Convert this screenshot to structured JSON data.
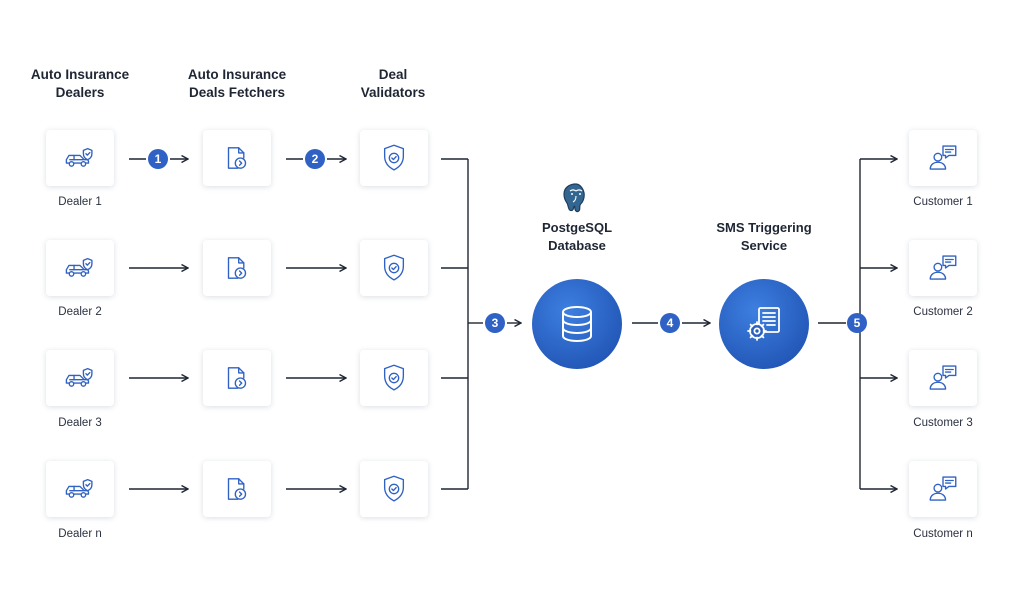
{
  "columns": {
    "dealers": "Auto Insurance\nDealers",
    "fetchers": "Auto Insurance\nDeals Fetchers",
    "validators": "Deal\nValidators"
  },
  "dealers": [
    "Dealer 1",
    "Dealer 2",
    "Dealer 3",
    "Dealer n"
  ],
  "customers": [
    "Customer 1",
    "Customer 2",
    "Customer 3",
    "Customer n"
  ],
  "database": {
    "title": "PostgeSQL\nDatabase"
  },
  "sms_service": {
    "title": "SMS Triggering\nService"
  },
  "steps": [
    "1",
    "2",
    "3",
    "4",
    "5"
  ],
  "icons": {
    "dealer": "car-shield-icon",
    "fetcher": "document-arrow-icon",
    "validator": "shield-check-icon",
    "database": "database-icon",
    "postgres_logo": "postgresql-elephant-icon",
    "sms": "gear-document-icon",
    "customer": "user-chat-icon"
  },
  "colors": {
    "accent": "#2f62c4",
    "line": "#1f2633",
    "icon": "#2f62c4"
  }
}
